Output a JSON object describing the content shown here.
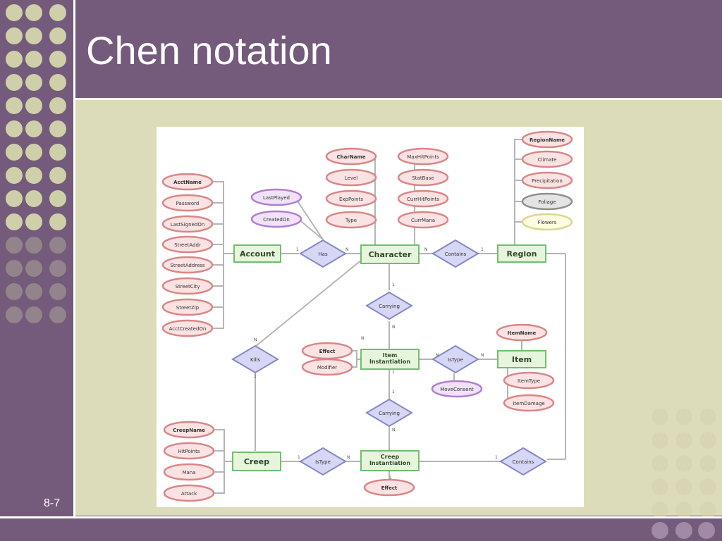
{
  "slide": {
    "title": "Chen notation",
    "page_number": "8-7"
  },
  "diagram": {
    "entities": [
      {
        "id": "account",
        "label": "Account"
      },
      {
        "id": "character",
        "label": "Character"
      },
      {
        "id": "region",
        "label": "Region"
      },
      {
        "id": "item_inst",
        "label": "Item Instantiation"
      },
      {
        "id": "item",
        "label": "Item"
      },
      {
        "id": "creep",
        "label": "Creep"
      },
      {
        "id": "creep_inst",
        "label": "Creep Instantiation"
      }
    ],
    "relationships": [
      {
        "id": "has",
        "label": "Has"
      },
      {
        "id": "contains",
        "label": "Contains"
      },
      {
        "id": "carrying_a",
        "label": "Carrying"
      },
      {
        "id": "istype_a",
        "label": "IsType"
      },
      {
        "id": "kills",
        "label": "Kills"
      },
      {
        "id": "carrying_b",
        "label": "Carrying"
      },
      {
        "id": "istype_b",
        "label": "IsType"
      },
      {
        "id": "contains_b",
        "label": "Contains"
      }
    ],
    "attributes": {
      "account": [
        "AcctName",
        "Password",
        "LastSignedOn",
        "StreetAddr",
        "StreetAddress",
        "StreetCity",
        "StreetZip",
        "AcctCreatedOn"
      ],
      "has": [
        "LastPlayed",
        "CreatedOn"
      ],
      "character_left": [
        "CharName",
        "Level",
        "ExpPoints",
        "Type"
      ],
      "character_right": [
        "MaxHitPoints",
        "StatBase",
        "CurrHitPoints",
        "CurrMana"
      ],
      "region": [
        "RegionName",
        "Climate",
        "Precipitation",
        "Foliage",
        "Flowers"
      ],
      "item_inst": [
        "Effect",
        "Modifier"
      ],
      "istype_a": [
        "MoveConsent"
      ],
      "item": [
        "ItemName",
        "ItemType",
        "ItemDamage"
      ],
      "creep": [
        "CreepName",
        "HitPoints",
        "Mana",
        "Attack"
      ],
      "creep_inst": [
        "Effect"
      ]
    },
    "cardinalities": [
      "1",
      "N",
      "N",
      "1",
      "1",
      "N",
      "N",
      "1",
      "N",
      "1",
      "1",
      "N",
      "N",
      "1",
      "N",
      "1",
      "N",
      "1"
    ]
  }
}
